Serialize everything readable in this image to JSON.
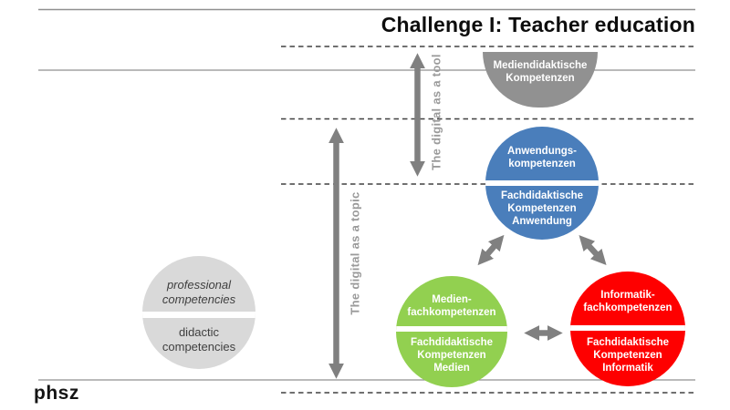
{
  "title": "Challenge I: Teacher education",
  "logo": "phsz",
  "axis_labels": {
    "tool": "The digital as a tool",
    "topic": "The digital as a topic"
  },
  "circles": {
    "media_didactic": {
      "lines": [
        "Mediendidaktische",
        "Kompetenzen"
      ],
      "color": "#919191"
    },
    "application": {
      "top": [
        "Anwendungs-",
        "kompetenzen"
      ],
      "bottom": [
        "Fachdidaktische",
        "Kompetenzen",
        "Anwendung"
      ],
      "color": "#4a7ebb"
    },
    "media": {
      "top": [
        "Medien-",
        "fachkompetenzen"
      ],
      "bottom": [
        "Fachdidaktische",
        "Kompetenzen",
        "Medien"
      ],
      "color": "#92d050"
    },
    "informatics": {
      "top": [
        "Informatik-",
        "fachkompetenzen"
      ],
      "bottom": [
        "Fachdidaktische",
        "Kompetenzen",
        "Informatik"
      ],
      "color": "#fe0000"
    },
    "professional": {
      "top": [
        "professional",
        "competencies"
      ],
      "bottom": [
        "didactic",
        "competencies"
      ],
      "color": "#d9d9d9"
    }
  },
  "colors": {
    "arrow_gray": "#808080",
    "solid_line_gray": "#909090",
    "dashed_line_dark": "#404040",
    "circle_text_white": "#ffffff",
    "gray_circle_text": "#3f3f3f"
  }
}
